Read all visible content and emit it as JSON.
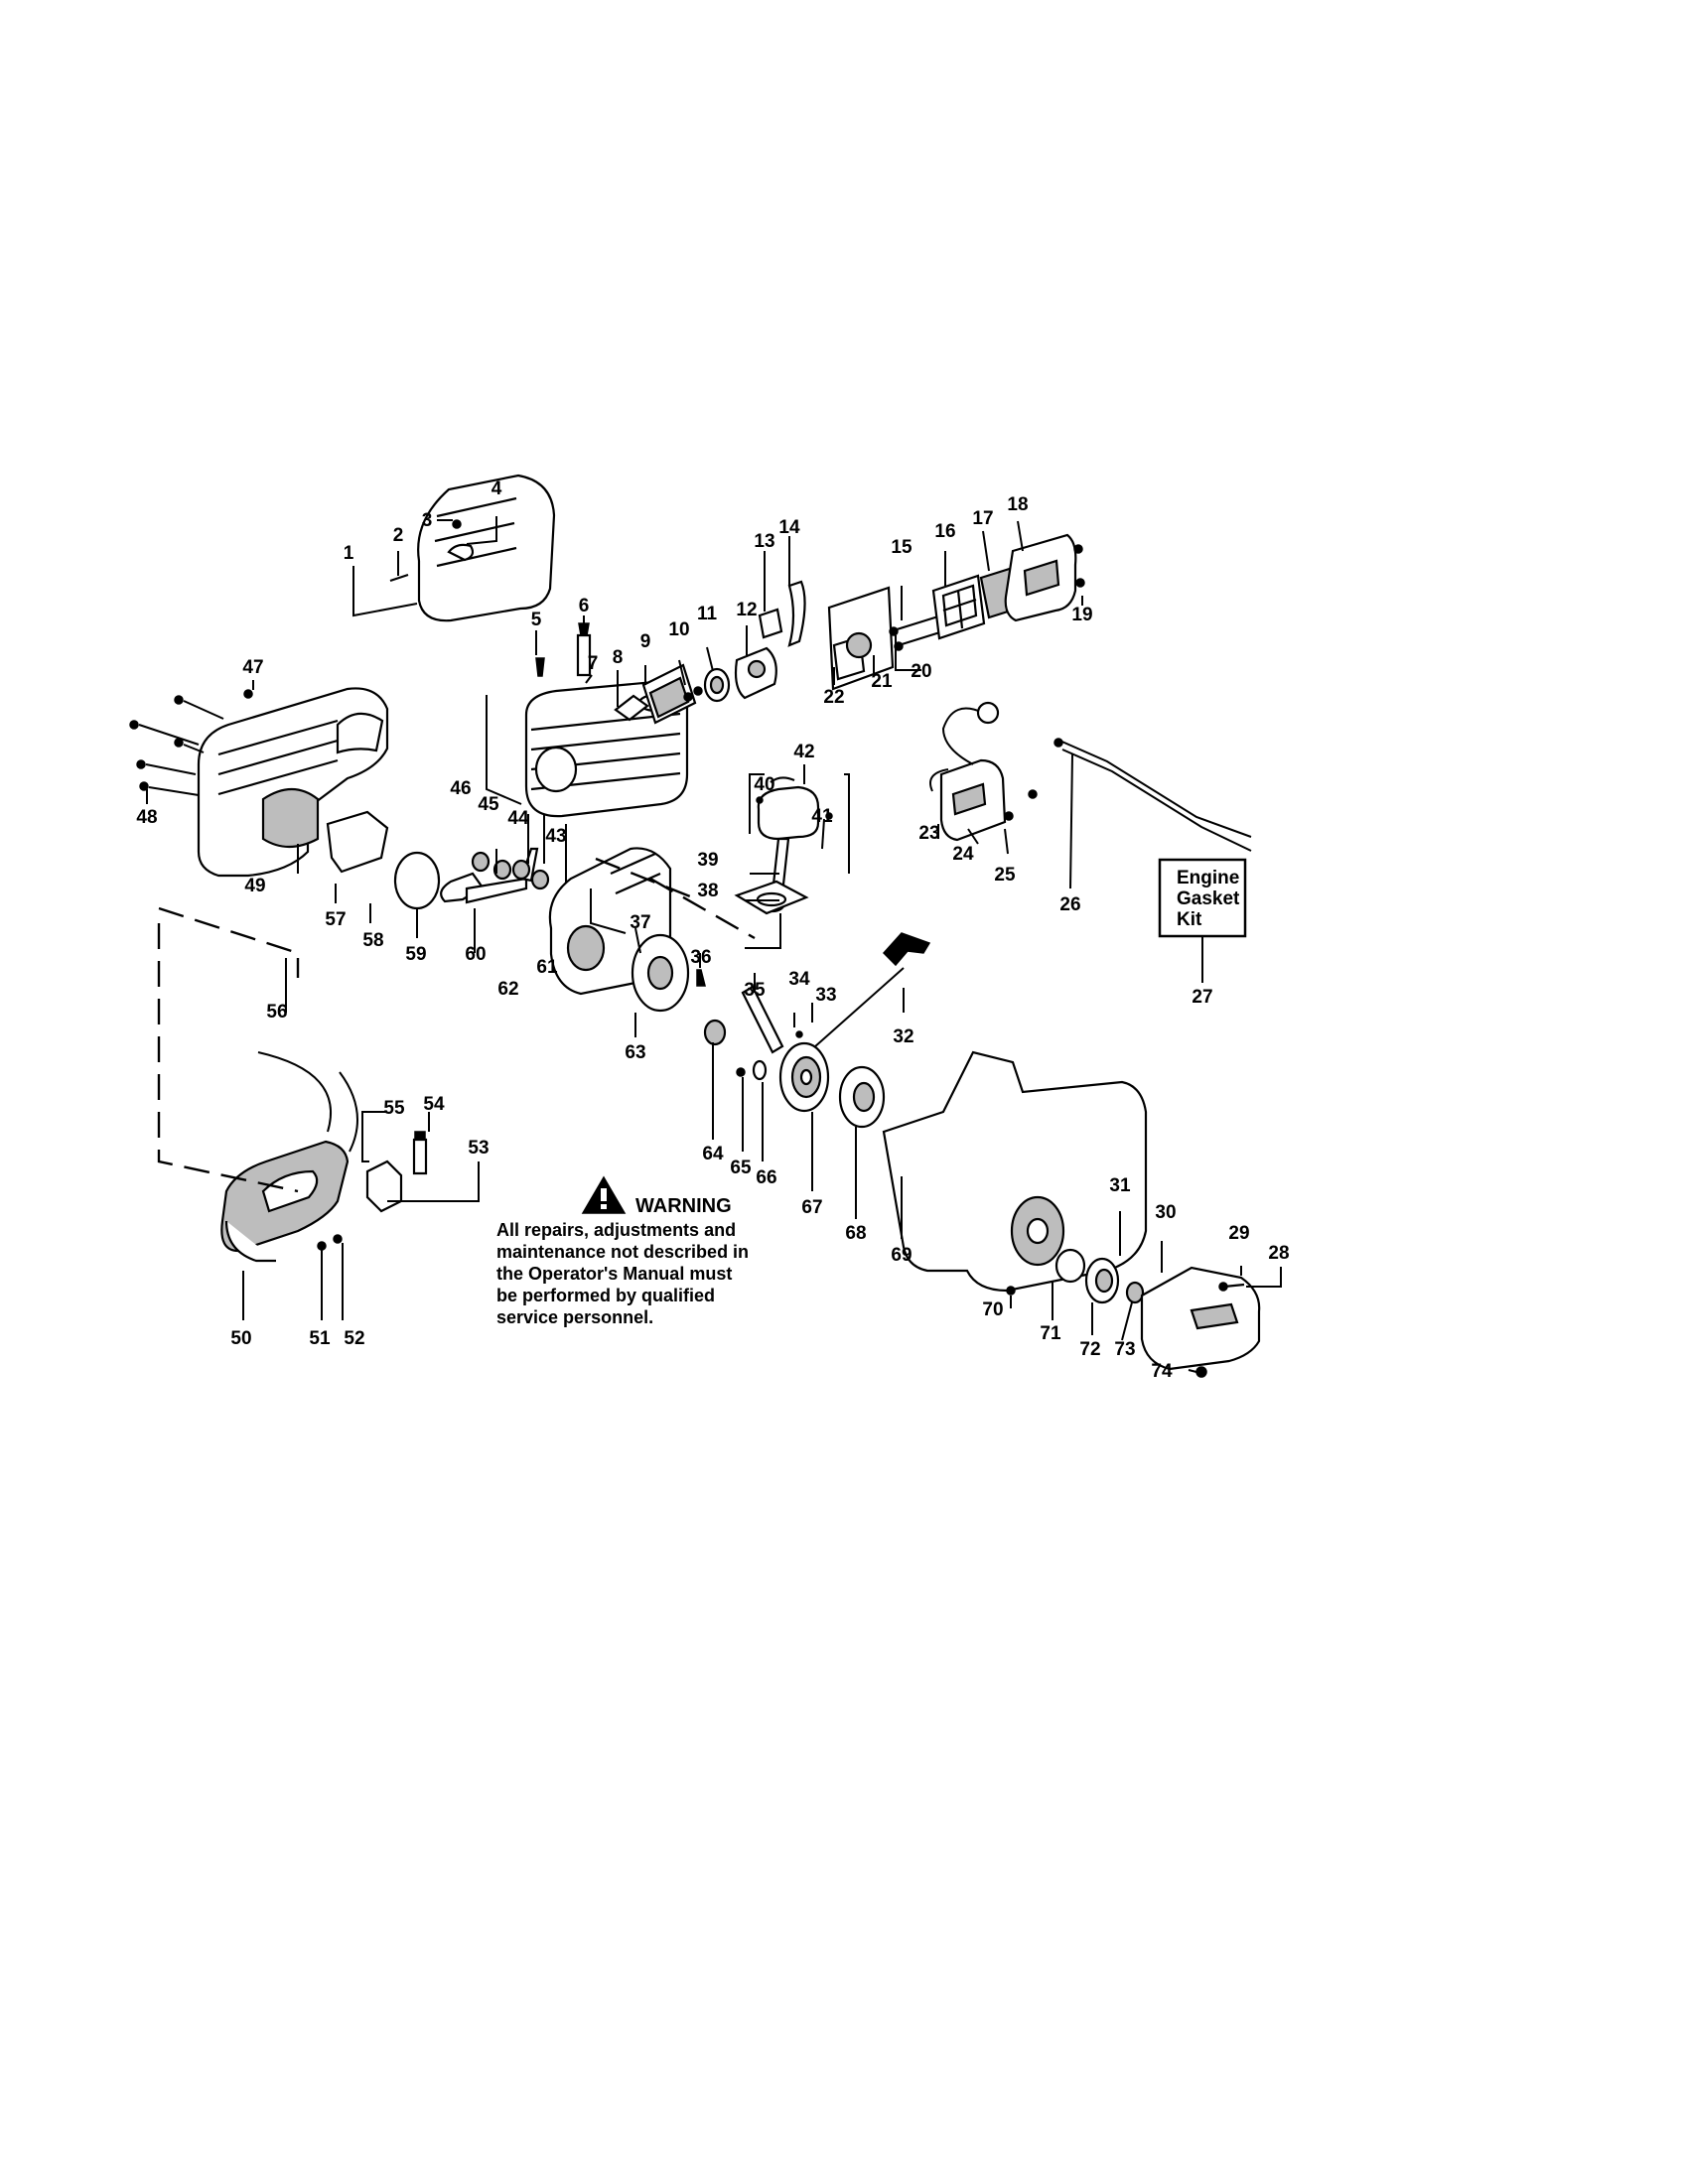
{
  "callouts": [
    {
      "id": "c1",
      "text": "1"
    },
    {
      "id": "c2",
      "text": "2"
    },
    {
      "id": "c3",
      "text": "3"
    },
    {
      "id": "c4",
      "text": "4"
    },
    {
      "id": "c5",
      "text": "5"
    },
    {
      "id": "c6",
      "text": "6"
    },
    {
      "id": "c7",
      "text": "7"
    },
    {
      "id": "c8",
      "text": "8"
    },
    {
      "id": "c9",
      "text": "9"
    },
    {
      "id": "c10",
      "text": "10"
    },
    {
      "id": "c11",
      "text": "11"
    },
    {
      "id": "c12",
      "text": "12"
    },
    {
      "id": "c13",
      "text": "13"
    },
    {
      "id": "c14",
      "text": "14"
    },
    {
      "id": "c15",
      "text": "15"
    },
    {
      "id": "c16",
      "text": "16"
    },
    {
      "id": "c17",
      "text": "17"
    },
    {
      "id": "c18",
      "text": "18"
    },
    {
      "id": "c19",
      "text": "19"
    },
    {
      "id": "c20",
      "text": "20"
    },
    {
      "id": "c21",
      "text": "21"
    },
    {
      "id": "c22",
      "text": "22"
    },
    {
      "id": "c23",
      "text": "23"
    },
    {
      "id": "c24",
      "text": "24"
    },
    {
      "id": "c25",
      "text": "25"
    },
    {
      "id": "c26",
      "text": "26"
    },
    {
      "id": "c27",
      "text": "27"
    },
    {
      "id": "c28",
      "text": "28"
    },
    {
      "id": "c29",
      "text": "29"
    },
    {
      "id": "c30",
      "text": "30"
    },
    {
      "id": "c31",
      "text": "31"
    },
    {
      "id": "c32",
      "text": "32"
    },
    {
      "id": "c33",
      "text": "33"
    },
    {
      "id": "c34",
      "text": "34"
    },
    {
      "id": "c35",
      "text": "35"
    },
    {
      "id": "c36",
      "text": "36"
    },
    {
      "id": "c37",
      "text": "37"
    },
    {
      "id": "c38",
      "text": "38"
    },
    {
      "id": "c39",
      "text": "39"
    },
    {
      "id": "c40",
      "text": "40"
    },
    {
      "id": "c41",
      "text": "41"
    },
    {
      "id": "c42",
      "text": "42"
    },
    {
      "id": "c43",
      "text": "43"
    },
    {
      "id": "c44",
      "text": "44"
    },
    {
      "id": "c45",
      "text": "45"
    },
    {
      "id": "c46",
      "text": "46"
    },
    {
      "id": "c47",
      "text": "47"
    },
    {
      "id": "c48",
      "text": "48"
    },
    {
      "id": "c49",
      "text": "49"
    },
    {
      "id": "c50",
      "text": "50"
    },
    {
      "id": "c51",
      "text": "51"
    },
    {
      "id": "c52",
      "text": "52"
    },
    {
      "id": "c53",
      "text": "53"
    },
    {
      "id": "c54",
      "text": "54"
    },
    {
      "id": "c55",
      "text": "55"
    },
    {
      "id": "c56",
      "text": "56"
    },
    {
      "id": "c57",
      "text": "57"
    },
    {
      "id": "c58",
      "text": "58"
    },
    {
      "id": "c59",
      "text": "59"
    },
    {
      "id": "c60",
      "text": "60"
    },
    {
      "id": "c61",
      "text": "61"
    },
    {
      "id": "c62",
      "text": "62"
    },
    {
      "id": "c63",
      "text": "63"
    },
    {
      "id": "c64",
      "text": "64"
    },
    {
      "id": "c65",
      "text": "65"
    },
    {
      "id": "c66",
      "text": "66"
    },
    {
      "id": "c67",
      "text": "67"
    },
    {
      "id": "c68",
      "text": "68"
    },
    {
      "id": "c69",
      "text": "69"
    },
    {
      "id": "c70",
      "text": "70"
    },
    {
      "id": "c71",
      "text": "71"
    },
    {
      "id": "c72",
      "text": "72"
    },
    {
      "id": "c73",
      "text": "73"
    },
    {
      "id": "c74",
      "text": "74"
    }
  ],
  "gasket_kit_box": {
    "line1": "Engine",
    "line2": "Gasket",
    "line3": "Kit"
  },
  "warning": {
    "heading": "WARNING",
    "icon": "warning-triangle-icon",
    "lines": [
      "All repairs, adjustments and",
      "maintenance not described in",
      "the Operator's Manual must",
      "be performed by qualified",
      "service personnel."
    ]
  }
}
